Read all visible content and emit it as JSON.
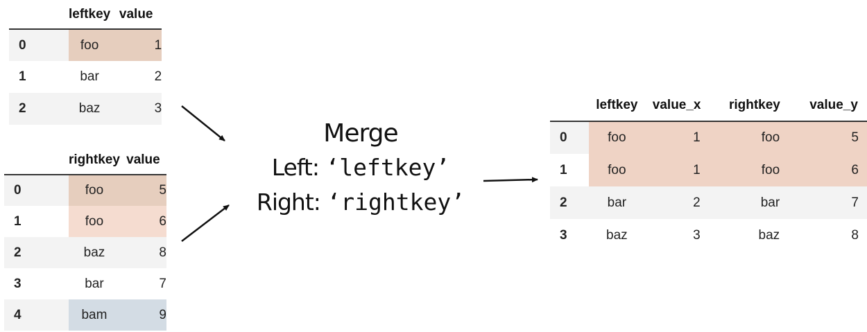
{
  "left_table": {
    "columns": [
      "leftkey",
      "value"
    ],
    "rows": [
      {
        "index": "0",
        "key": "foo",
        "value": "1",
        "highlight": "strong"
      },
      {
        "index": "1",
        "key": "bar",
        "value": "2",
        "highlight": "none"
      },
      {
        "index": "2",
        "key": "baz",
        "value": "3",
        "highlight": "none"
      }
    ]
  },
  "right_table": {
    "columns": [
      "rightkey",
      "value"
    ],
    "rows": [
      {
        "index": "0",
        "key": "foo",
        "value": "5",
        "highlight": "strong"
      },
      {
        "index": "1",
        "key": "foo",
        "value": "6",
        "highlight": "light"
      },
      {
        "index": "2",
        "key": "baz",
        "value": "8",
        "highlight": "none"
      },
      {
        "index": "3",
        "key": "bar",
        "value": "7",
        "highlight": "none"
      },
      {
        "index": "4",
        "key": "bam",
        "value": "9",
        "highlight": "blue"
      }
    ]
  },
  "merge": {
    "title": "Merge",
    "left_prefix": "Left: ",
    "left_key": "‘leftkey’",
    "right_prefix": "Right: ",
    "right_key": "‘rightkey’"
  },
  "result_table": {
    "columns": [
      "leftkey",
      "value_x",
      "rightkey",
      "value_y"
    ],
    "rows": [
      {
        "index": "0",
        "cells": [
          "foo",
          "1",
          "foo",
          "5"
        ],
        "highlight": "row"
      },
      {
        "index": "1",
        "cells": [
          "foo",
          "1",
          "foo",
          "6"
        ],
        "highlight": "row"
      },
      {
        "index": "2",
        "cells": [
          "bar",
          "2",
          "bar",
          "7"
        ],
        "highlight": "none"
      },
      {
        "index": "3",
        "cells": [
          "baz",
          "3",
          "baz",
          "8"
        ],
        "highlight": "none"
      }
    ]
  },
  "colors": {
    "highlight_strong": "#e6cebe",
    "highlight_light": "#f5dcd0",
    "highlight_blue": "#d3dce4",
    "highlight_row": "#efd3c5",
    "row_stripe": "#f3f3f3",
    "arrow": "#111111"
  }
}
